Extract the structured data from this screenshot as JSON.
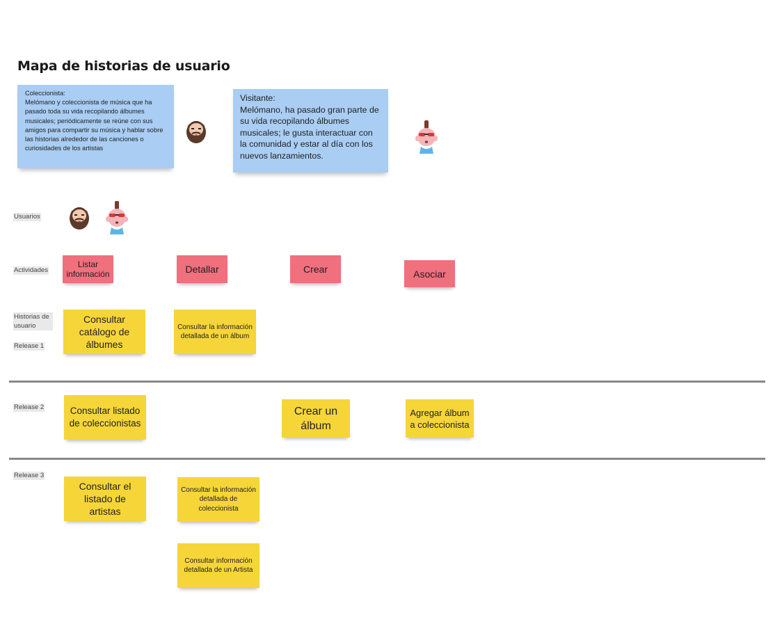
{
  "title": "Mapa de historias de usuario",
  "personas": [
    {
      "text": "Coleccionista:\nMelómano y coleccionista de música que ha pasado toda su vida recopilando álbumes musicales; periódicamente se reúne con sus amigos para compartir su música y hablar sobre las historias alrededor de las canciones o curiosidades de los artistas",
      "icon": "bearded-man-icon"
    },
    {
      "text": "Visitante:\nMelómano, ha pasado gran parte de su vida recopilando álbumes musicales; le gusta interactuar con la comunidad y estar al día con los nuevos lanzamientos.",
      "icon": "mohawk-person-icon"
    }
  ],
  "row_labels": {
    "usuarios": "Usuarios",
    "actividades": "Actividades",
    "historias": "Historias de usuario",
    "release1": "Release 1",
    "release2": "Release 2",
    "release3": "Release 3"
  },
  "activities": [
    "Listar información",
    "Detallar",
    "Crear",
    "Asociar"
  ],
  "stories": {
    "release1": [
      "Consultar catálogo de álbumes",
      "Consultar la información detallada de un álbum"
    ],
    "release2": [
      "Consultar listado de coleccionistas",
      "Crear un álbum",
      "Agregar álbum a coleccionista"
    ],
    "release3": [
      "Consultar el listado de artistas",
      "Consultar la información detallada de coleccionista",
      "Consultar información detallada de un Artista"
    ]
  },
  "colors": {
    "persona_note": "#a9cdf3",
    "activity_note": "#f0707e",
    "story_note": "#f6d538",
    "release_line": "#888888"
  }
}
